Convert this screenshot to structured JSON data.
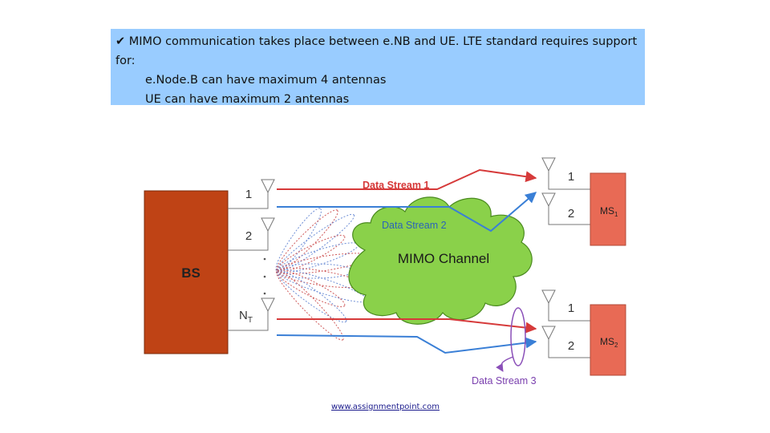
{
  "text": {
    "bullet": "✔",
    "line1": "MIMO communication takes place between e.NB and UE. LTE standard requires support",
    "line2": "for:",
    "line3": "e.Node.B can have maximum 4 antennas",
    "line4": "UE  can have maximum 2 antennas"
  },
  "diagram": {
    "bs_label": "BS",
    "bs_antennas": [
      "1",
      "2"
    ],
    "bs_antenna_last": "N",
    "bs_antenna_last_sub": "T",
    "cloud_label": "MIMO Channel",
    "streams": [
      "Data Stream 1",
      "Data Stream 2",
      "Data Stream 3"
    ],
    "ms1_prefix": "MS",
    "ms1_sub": "1",
    "ms2_prefix": "MS",
    "ms2_sub": "2",
    "ms_antennas": [
      "1",
      "2"
    ],
    "colors": {
      "bs": "#bf4315",
      "ms": "#e86a55",
      "cloud": "#8ad14a",
      "stream1": "#d63a3a",
      "stream2": "#3a7fd6",
      "stream3": "#8a4fb8",
      "textbox": "#99ccff"
    }
  },
  "footer": "www.assignmentpoint.com"
}
